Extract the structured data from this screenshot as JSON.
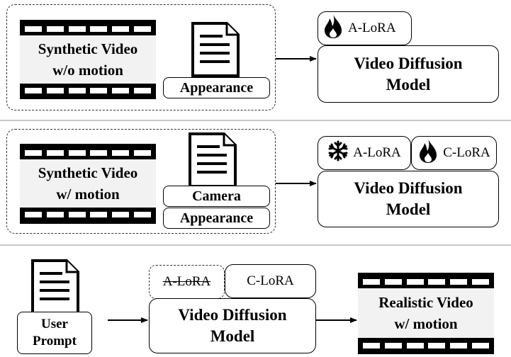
{
  "rows": [
    {
      "video_label": "Synthetic Video\nw/o motion",
      "condition_labels": [
        "Appearance"
      ],
      "lora_tags": [
        {
          "label": "A-LoRA",
          "icon": "flame-icon"
        }
      ],
      "model_label": "Video Diffusion\nModel"
    },
    {
      "video_label": "Synthetic Video\nw/ motion",
      "condition_labels": [
        "Camera",
        "Appearance"
      ],
      "lora_tags": [
        {
          "label": "A-LoRA",
          "icon": "snowflake-icon"
        },
        {
          "label": "C-LoRA",
          "icon": "flame-icon"
        }
      ],
      "model_label": "Video Diffusion\nModel"
    },
    {
      "prompt_label": "User\nPrompt",
      "lora_tags": [
        {
          "label": "A-LoRA",
          "icon": "",
          "style": "strikethrough-dashed"
        },
        {
          "label": "C-LoRA",
          "icon": ""
        }
      ],
      "model_label": "Video Diffusion\nModel",
      "output_label": "Realistic Video\nw/ motion"
    }
  ]
}
